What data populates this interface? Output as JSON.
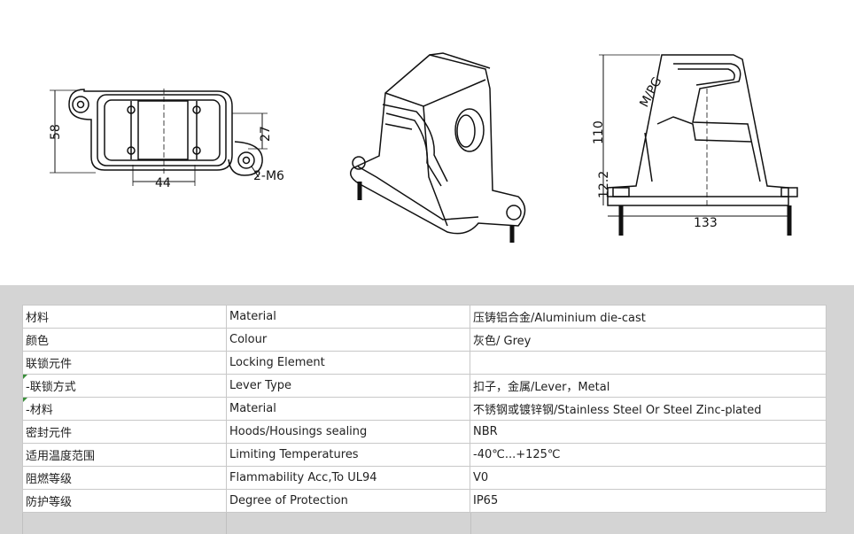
{
  "drawing": {
    "front_view": {
      "dim_height": "58",
      "dim_width": "44",
      "dim_hole_spacing": "27",
      "dim_screw": "2-M6"
    },
    "side_view": {
      "dim_height": "110",
      "dim_base": "12.2",
      "dim_length": "133",
      "dim_thread": "M/PG"
    }
  },
  "spec_table": {
    "rows": [
      {
        "zh": "材料",
        "en": "Material",
        "value": "压铸铝合金/Aluminium die-cast"
      },
      {
        "zh": "颜色",
        "en": "Colour",
        "value": "灰色/ Grey"
      },
      {
        "zh": "联锁元件",
        "en": "Locking Element",
        "value": ""
      },
      {
        "zh": " -联锁方式",
        "en": "Lever Type",
        "value": "扣子，金属/Lever，Metal"
      },
      {
        "zh": " -材料",
        "en": "Material",
        "value": "不锈钢或镀锌钢/Stainless Steel Or Steel Zinc-plated"
      },
      {
        "zh": "密封元件",
        "en": "Hoods/Housings sealing",
        "value": "NBR"
      },
      {
        "zh": "适用温度范围",
        "en": "Limiting Temperatures",
        "value": "-40℃...+125℃"
      },
      {
        "zh": "阻燃等级",
        "en": "Flammability Acc,To UL94",
        "value": "V0"
      },
      {
        "zh": "防护等级",
        "en": "Degree of Protection",
        "value": "IP65"
      }
    ]
  }
}
